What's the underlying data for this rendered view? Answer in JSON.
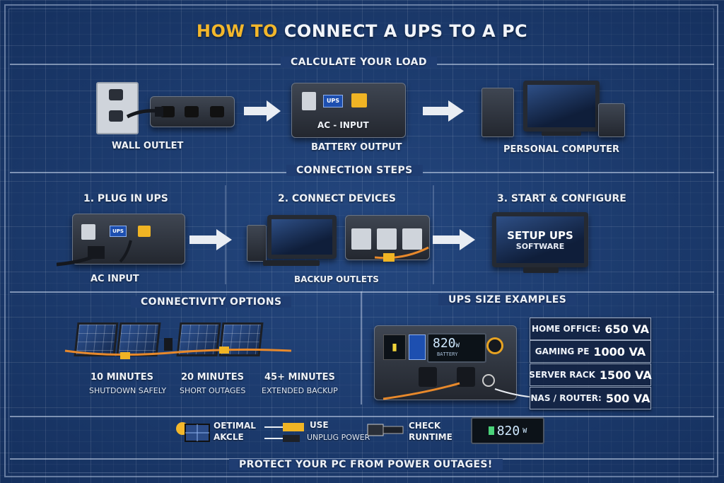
{
  "title": {
    "highlight": "HOW TO",
    "rest": " CONNECT A UPS TO A PC"
  },
  "sections": {
    "load": "CALCULATE YOUR LOAD",
    "steps": "CONNECTION STEPS",
    "connectivity": "CONNECTIVITY OPTIONS",
    "sizes": "UPS SIZE EXAMPLES"
  },
  "load": {
    "wall_outlet": "WALL OUTLET",
    "ac_input": "AC - INPUT",
    "battery_output": "BATTERY OUTPUT",
    "ups_badge": "UPS",
    "personal_computer": "PERSONAL COMPUTER"
  },
  "steps": {
    "step1": "1. PLUG IN UPS",
    "step1_label": "AC INPUT",
    "step1_badge": "UPS",
    "step2": "2. CONNECT DEVICES",
    "step2_label": "BACKUP OUTLETS",
    "step3": "3. START & CONFIGURE",
    "screen_line1": "SETUP UPS",
    "screen_line2": "SOFTWARE"
  },
  "connectivity": {
    "options": [
      {
        "time": "10 MINUTES",
        "desc": "SHUTDOWN SAFELY"
      },
      {
        "time": "20 MINUTES",
        "desc": "SHORT OUTAGES"
      },
      {
        "time": "45+ MINUTES",
        "desc": "EXTENDED BACKUP"
      }
    ]
  },
  "ups_display": {
    "readout": "820",
    "unit": "W",
    "label": "BATTERY"
  },
  "sizes": [
    {
      "name": "HOME OFFICE:",
      "va": "650 VA"
    },
    {
      "name": "GAMING PE",
      "va": "1000 VA"
    },
    {
      "name": "SERVER RACK",
      "va": "1500 VA"
    },
    {
      "name": "NAS / ROUTER:",
      "va": "500 VA"
    }
  ],
  "tips": {
    "optimal_line1": "OETIMAL",
    "optimal_line2": "AKCLE",
    "use": "USE",
    "unplug": "UNPLUG POWER",
    "check_line1": "CHECK",
    "check_line2": "RUNTIME",
    "readout": "820",
    "readout_unit": "W"
  },
  "footer": "PROTECT YOUR PC FROM POWER OUTAGES!",
  "colors": {
    "accent": "#f3b72b",
    "background": "#1d3a6e",
    "cable": "#e8892b",
    "badge": "#1d4fb0"
  }
}
